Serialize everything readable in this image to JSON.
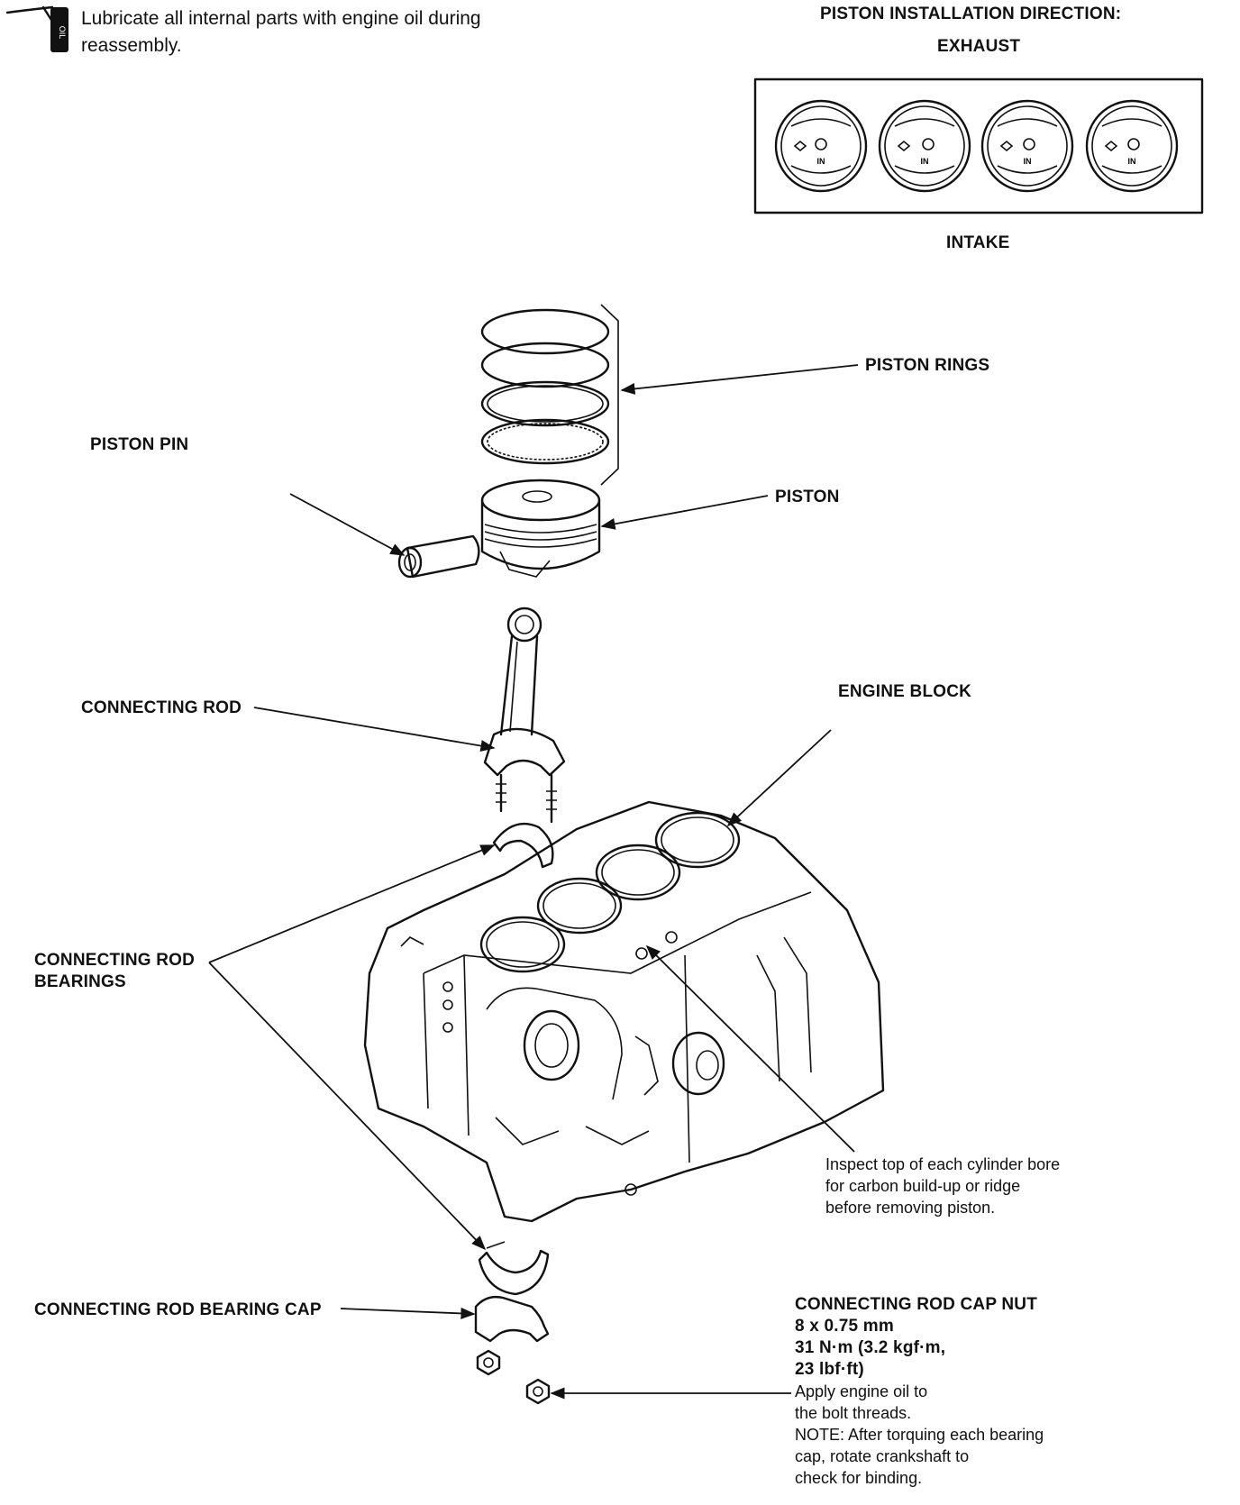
{
  "oil_note": {
    "icon": "oil-can-icon",
    "icon_text": "OIL",
    "line1": "Lubricate all internal parts with engine oil during",
    "line2": "reassembly."
  },
  "direction": {
    "title": "PISTON INSTALLATION DIRECTION:",
    "top": "EXHAUST",
    "bottom": "INTAKE",
    "piston_mark": "IN"
  },
  "labels": {
    "piston_rings": "PISTON RINGS",
    "piston_pin": "PISTON PIN",
    "piston": "PISTON",
    "connecting_rod": "CONNECTING ROD",
    "engine_block": "ENGINE BLOCK",
    "rod_bearings_1": "CONNECTING ROD",
    "rod_bearings_2": "BEARINGS",
    "bearing_cap": "CONNECTING ROD BEARING CAP"
  },
  "inspect_note": {
    "line1": "Inspect top of each cylinder bore",
    "line2": "for carbon build-up or ridge",
    "line3": "before removing piston."
  },
  "cap_nut": {
    "title": "CONNECTING ROD CAP NUT",
    "spec1": "8 x 0.75 mm",
    "spec2": "31 N·m (3.2 kgf·m,",
    "spec3": "23 lbf·ft)",
    "note1": "Apply engine oil to",
    "note2": "the bolt threads.",
    "note3": "NOTE:  After torquing each bearing",
    "note4": "cap, rotate crankshaft to",
    "note5": "check for binding."
  }
}
